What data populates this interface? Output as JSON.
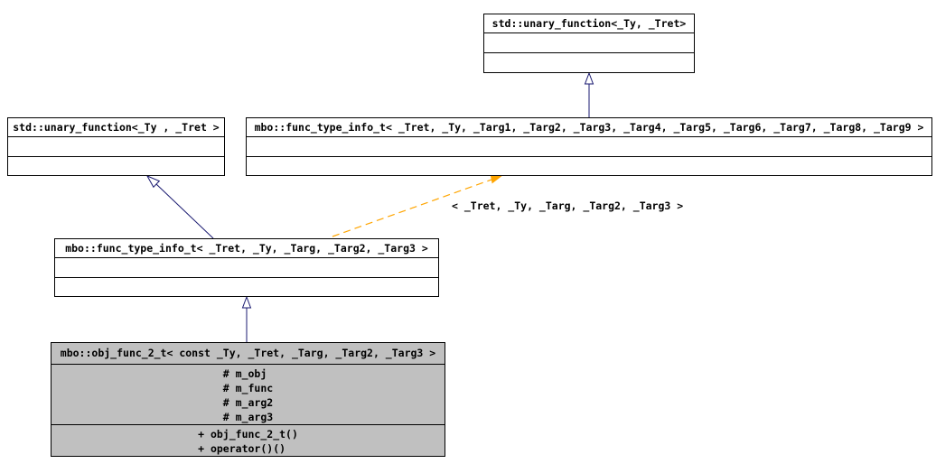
{
  "diagram": {
    "type": "uml-class-inheritance-diagram",
    "colors": {
      "background": "#ffffff",
      "box_border": "#000000",
      "box_fill": "#ffffff",
      "highlight_fill": "#c0c0c0",
      "inheritance_arrow": "#191970",
      "template_arrow": "#ffa500",
      "text": "#000000"
    },
    "nodes": [
      {
        "title": "std::unary_function<_Ty, _Tret>"
      },
      {
        "title": "std::unary_function<_Ty , _Tret >"
      },
      {
        "title": "mbo::func_type_info_t< _Tret, _Ty, _Targ1, _Targ2, _Targ3, _Targ4, _Targ5, _Targ6, _Targ7, _Targ8, _Targ9 >"
      },
      {
        "title": "mbo::func_type_info_t< _Tret, _Ty, _Targ, _Targ2, _Targ3 >"
      },
      {
        "title": "mbo::obj_func_2_t< const _Ty, _Tret, _Targ, _Targ2, _Targ3 >",
        "attributes": [
          "# m_obj",
          "# m_func",
          "# m_arg2",
          "# m_arg3"
        ],
        "operations": [
          "+ obj_func_2_t()",
          "+ operator()()"
        ]
      }
    ],
    "edge_label": "< _Tret, _Ty, _Targ, _Targ2, _Targ3 >"
  }
}
